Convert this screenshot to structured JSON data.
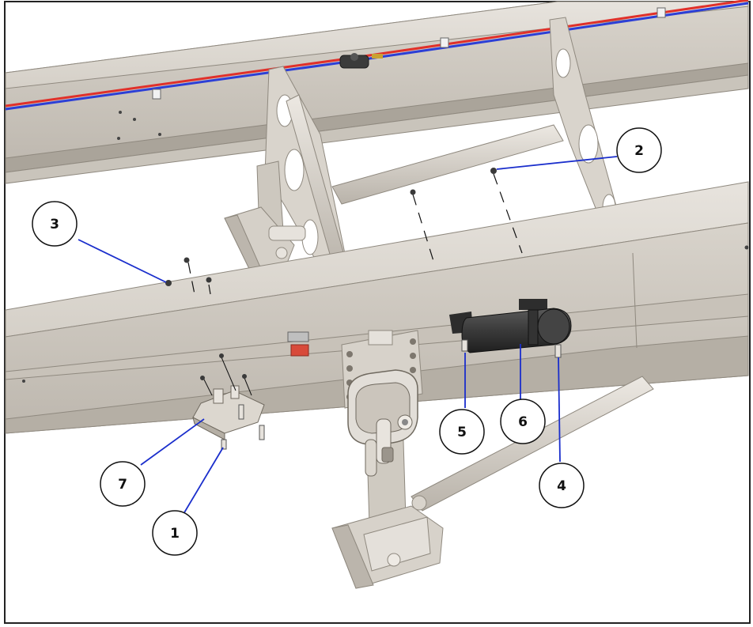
{
  "diagram": {
    "callouts": [
      {
        "id": "callout-1",
        "label": "1"
      },
      {
        "id": "callout-2",
        "label": "2"
      },
      {
        "id": "callout-3",
        "label": "3"
      },
      {
        "id": "callout-4",
        "label": "4"
      },
      {
        "id": "callout-5",
        "label": "5"
      },
      {
        "id": "callout-6",
        "label": "6"
      },
      {
        "id": "callout-7",
        "label": "7"
      }
    ],
    "colors": {
      "frame": "#cfcac2",
      "frame_dark": "#a9a39a",
      "frame_light": "#e4e0da",
      "leader_line": "#1a2ecc",
      "air_line_red": "#e0302a",
      "air_line_blue": "#2c3fd6",
      "cylinder": "#3a3a3a",
      "border": "#222222"
    }
  }
}
